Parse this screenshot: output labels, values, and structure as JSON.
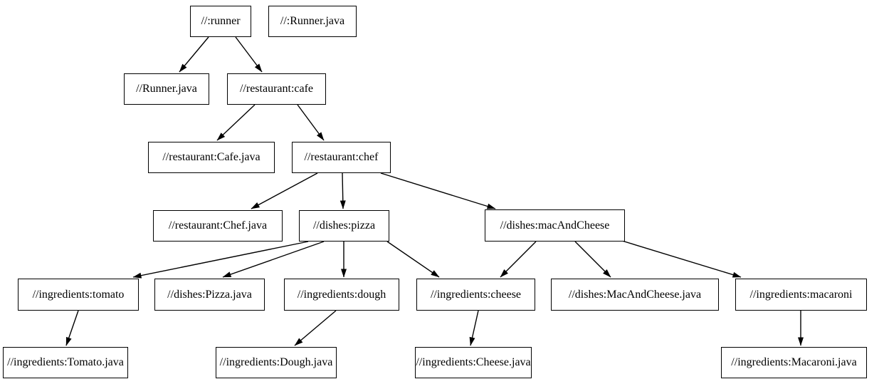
{
  "diagram": {
    "type": "dependency-graph",
    "colors": {
      "background": "#ffffff",
      "node_fill": "#ffffff",
      "node_border": "#000000",
      "edge": "#000000",
      "text": "#000000"
    },
    "nodes": [
      {
        "id": "runner",
        "label": "//:runner"
      },
      {
        "id": "runner-java-root",
        "label": "//:Runner.java"
      },
      {
        "id": "runner-java",
        "label": "//Runner.java"
      },
      {
        "id": "cafe",
        "label": "//restaurant:cafe"
      },
      {
        "id": "cafe-java",
        "label": "//restaurant:Cafe.java"
      },
      {
        "id": "chef",
        "label": "//restaurant:chef"
      },
      {
        "id": "chef-java",
        "label": "//restaurant:Chef.java"
      },
      {
        "id": "pizza",
        "label": "//dishes:pizza"
      },
      {
        "id": "mac-and-cheese",
        "label": "//dishes:macAndCheese"
      },
      {
        "id": "tomato",
        "label": "//ingredients:tomato"
      },
      {
        "id": "pizza-java",
        "label": "//dishes:Pizza.java"
      },
      {
        "id": "dough",
        "label": "//ingredients:dough"
      },
      {
        "id": "cheese",
        "label": "//ingredients:cheese"
      },
      {
        "id": "mac-and-cheese-java",
        "label": "//dishes:MacAndCheese.java"
      },
      {
        "id": "macaroni",
        "label": "//ingredients:macaroni"
      },
      {
        "id": "tomato-java",
        "label": "//ingredients:Tomato.java"
      },
      {
        "id": "dough-java",
        "label": "//ingredients:Dough.java"
      },
      {
        "id": "cheese-java",
        "label": "//ingredients:Cheese.java"
      },
      {
        "id": "macaroni-java",
        "label": "//ingredients:Macaroni.java"
      }
    ],
    "edges": [
      {
        "from": "//:runner",
        "to": "//Runner.java"
      },
      {
        "from": "//:runner",
        "to": "//restaurant:cafe"
      },
      {
        "from": "//restaurant:cafe",
        "to": "//restaurant:Cafe.java"
      },
      {
        "from": "//restaurant:cafe",
        "to": "//restaurant:chef"
      },
      {
        "from": "//restaurant:chef",
        "to": "//restaurant:Chef.java"
      },
      {
        "from": "//restaurant:chef",
        "to": "//dishes:pizza"
      },
      {
        "from": "//restaurant:chef",
        "to": "//dishes:macAndCheese"
      },
      {
        "from": "//dishes:pizza",
        "to": "//ingredients:tomato"
      },
      {
        "from": "//dishes:pizza",
        "to": "//dishes:Pizza.java"
      },
      {
        "from": "//dishes:pizza",
        "to": "//ingredients:dough"
      },
      {
        "from": "//dishes:pizza",
        "to": "//ingredients:cheese"
      },
      {
        "from": "//dishes:macAndCheese",
        "to": "//ingredients:cheese"
      },
      {
        "from": "//dishes:macAndCheese",
        "to": "//dishes:MacAndCheese.java"
      },
      {
        "from": "//dishes:macAndCheese",
        "to": "//ingredients:macaroni"
      },
      {
        "from": "//ingredients:tomato",
        "to": "//ingredients:Tomato.java"
      },
      {
        "from": "//ingredients:dough",
        "to": "//ingredients:Dough.java"
      },
      {
        "from": "//ingredients:cheese",
        "to": "//ingredients:Cheese.java"
      },
      {
        "from": "//ingredients:macaroni",
        "to": "//ingredients:Macaroni.java"
      }
    ]
  }
}
